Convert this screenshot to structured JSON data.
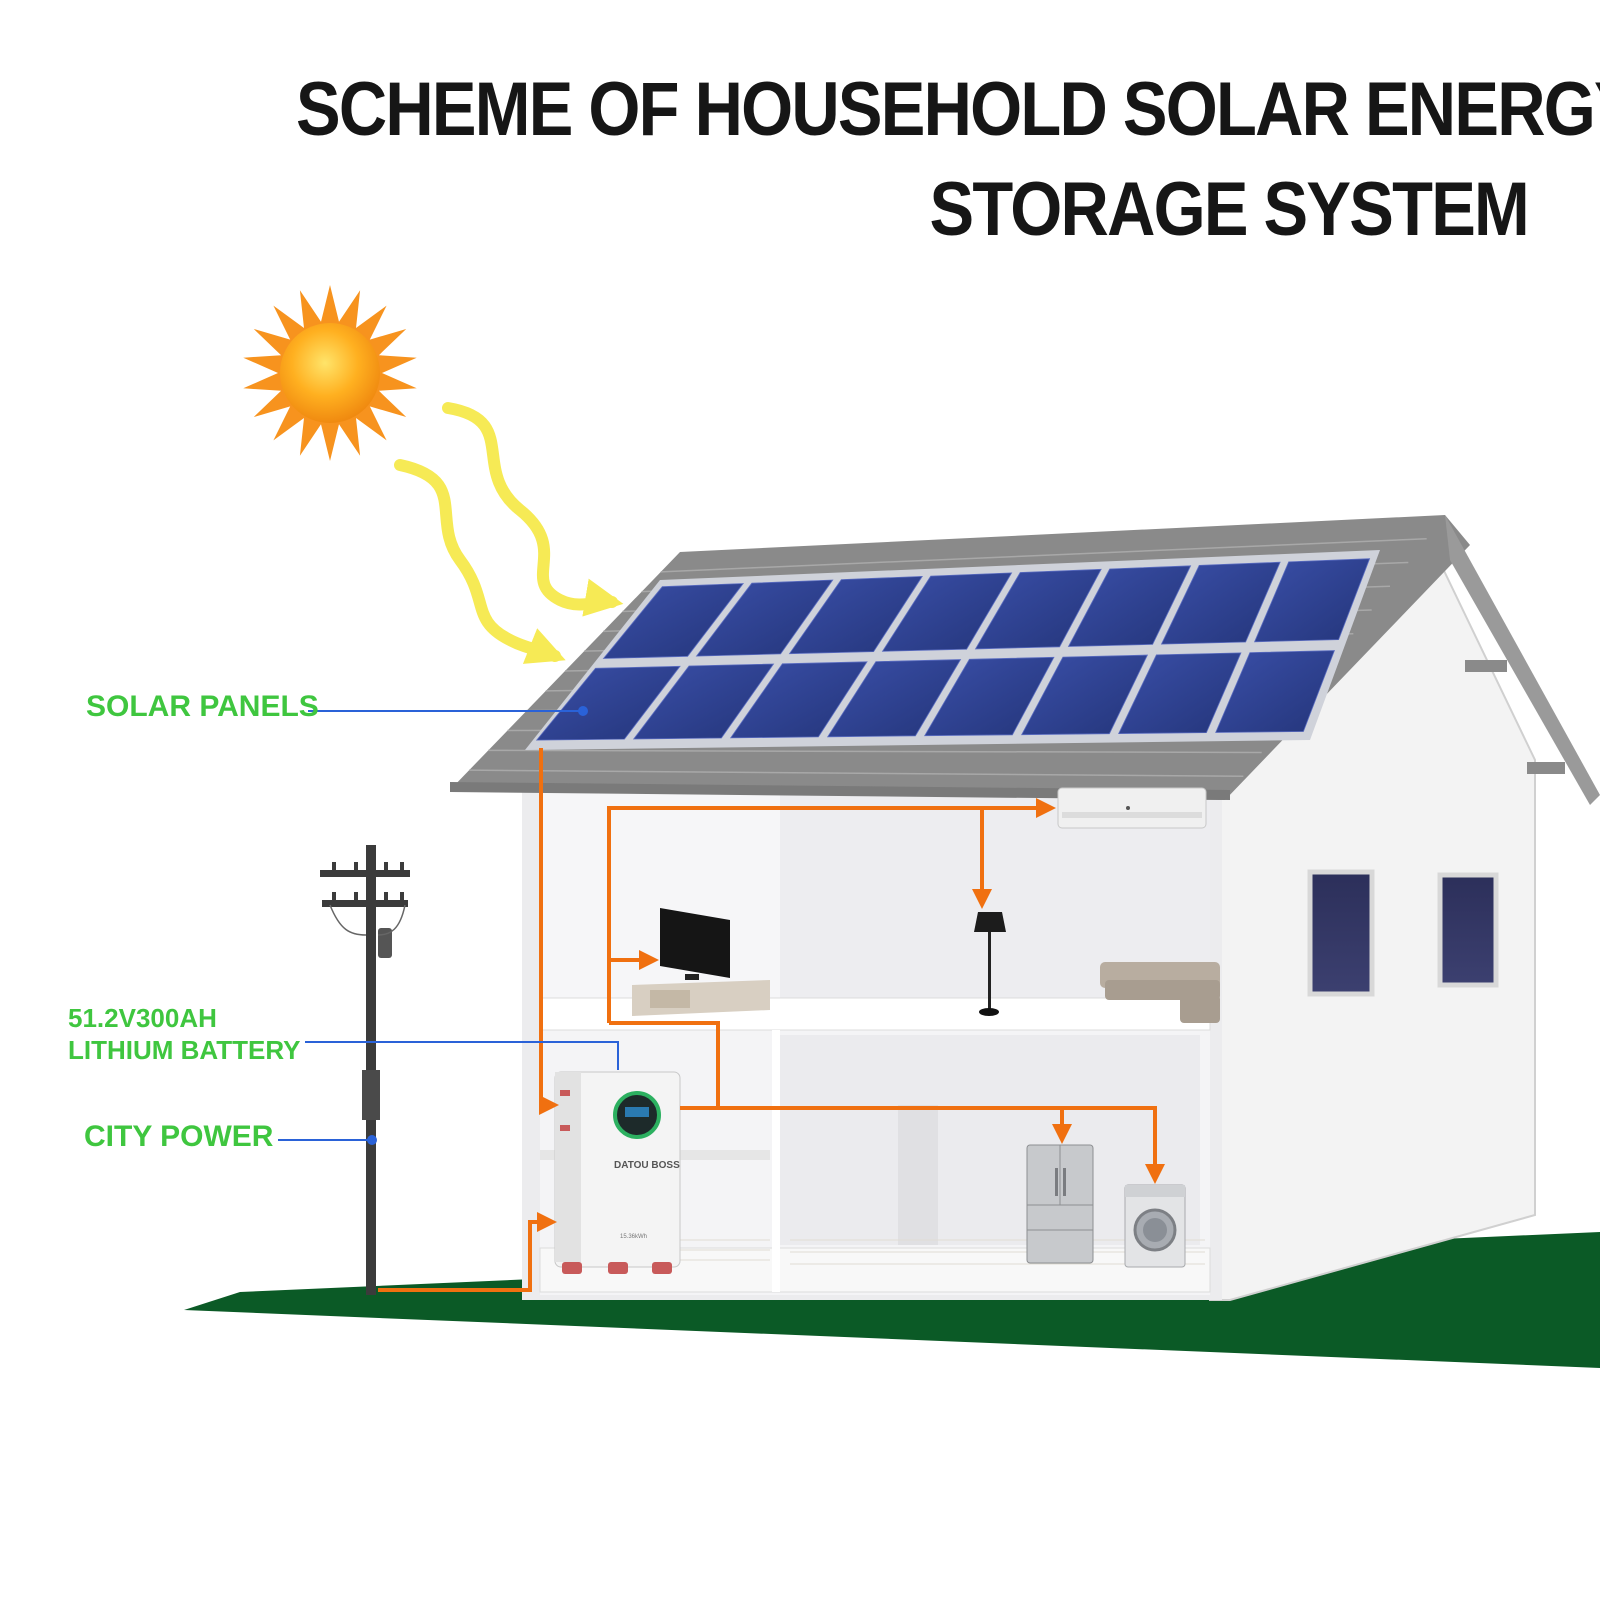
{
  "title": {
    "line1": "SCHEME OF HOUSEHOLD SOLAR ENERGY",
    "line2": "STORAGE SYSTEM"
  },
  "labels": {
    "solar_panels": "SOLAR PANELS",
    "battery_line1": "51.2V300AH",
    "battery_line2": "LITHIUM BATTERY",
    "city_power": "CITY POWER"
  },
  "battery_unit": {
    "brand": "DATOU BOSS",
    "model": "15.36kWh"
  },
  "colors": {
    "label_green": "#3fc63f",
    "flow_orange": "#f07010",
    "leader_blue": "#2a62d8",
    "ground_green": "#0b5a26",
    "roof_gray": "#8a8a8a",
    "panel_blue": "#2c3f8c"
  }
}
